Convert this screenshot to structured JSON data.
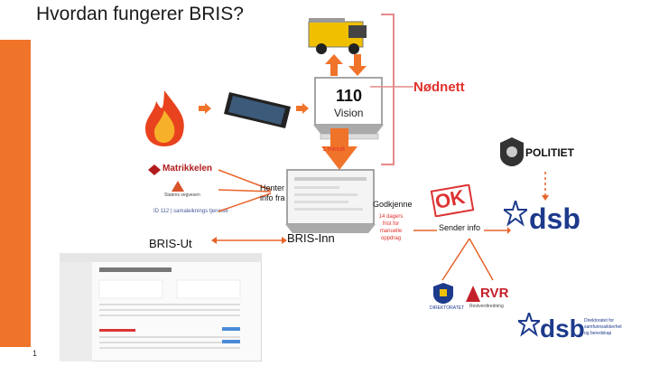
{
  "slide": {
    "title": "Hvordan fungerer BRIS?",
    "page_number": "1"
  },
  "center": {
    "label_110": "110",
    "label_vision": "Vision",
    "label_nodnett": "Nødnett",
    "label_1min": "1 minutt"
  },
  "left": {
    "label_matrikkelen": "Matrikkelen",
    "label_statens": "Statens vegvesen",
    "label_link": "ID 112 | samaleiknings tjeneste",
    "label_henter": "Henter",
    "label_info_fra": "info fra",
    "label_bris_ut": "BRIS-Ut"
  },
  "middle": {
    "label_bris_inn": "BRIS-Inn",
    "label_godkjenne": "Godkjenne",
    "label_14_dagers": "14 dagers",
    "label_frist": "frist for",
    "label_manuell": "manuelle",
    "label_oppdrag": "oppdrag",
    "label_ok": "OK",
    "label_sender": "Sender info"
  },
  "right": {
    "label_politiet": "POLITIET",
    "label_dsb_top": "dsb",
    "label_dsb_bottom": "dsb",
    "label_dsb_full_1": "Direktoratet for",
    "label_dsb_full_2": "samfunnssikkerhet",
    "label_dsb_full_3": "og beredskap",
    "label_direktoratet": "DIREKTORATET",
    "label_rvr": "RVR",
    "label_rvr_sub": "Restverdiredning"
  },
  "colors": {
    "accent": "#f0732a",
    "red_text": "#e0302a",
    "dsb_blue": "#1d3a8c"
  }
}
